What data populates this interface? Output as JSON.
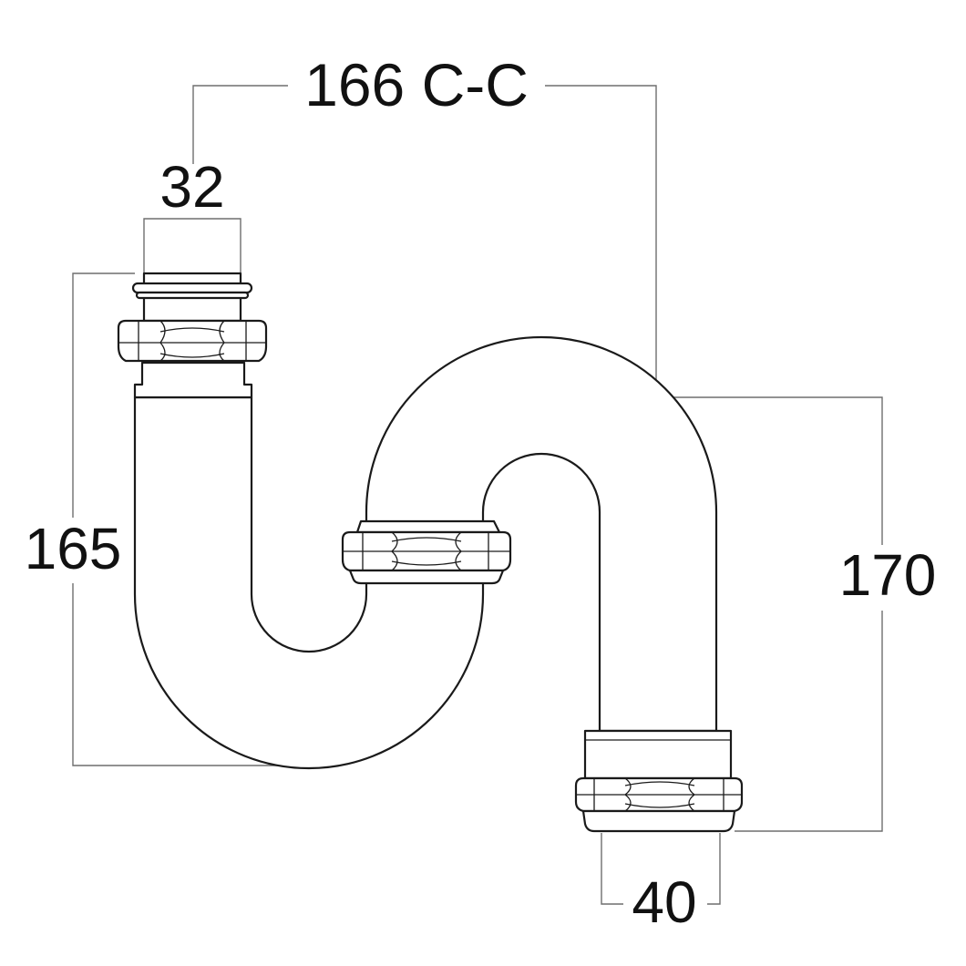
{
  "dimensions": {
    "centre_to_centre": "166 C-C",
    "inlet_diameter": "32",
    "inlet_height": "165",
    "outlet_height": "170",
    "outlet_diameter": "40"
  },
  "colors": {
    "line": "#1a1a1a",
    "dimension_line": "#6e6e6e",
    "background": "#ffffff"
  }
}
